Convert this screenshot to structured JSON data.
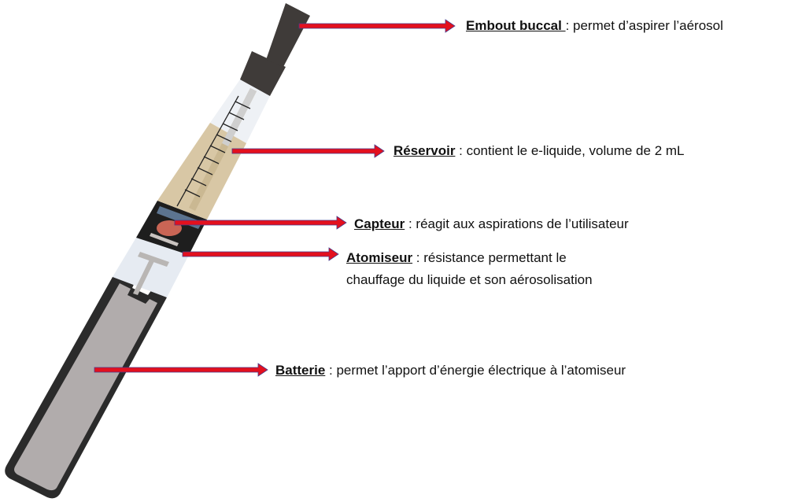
{
  "title": "Cigarette électronique",
  "colors": {
    "arrow": "#e3101e",
    "arrow_outline": "#4a3a8a",
    "body_dark": "#2a2a2a",
    "reservoir": "#d8c7a5",
    "battery": "#b0abab",
    "clear": "#eef1f5"
  },
  "labels": [
    {
      "term": "Embout buccal ",
      "text": ": permet d’aspirer l’aérosol"
    },
    {
      "term": "Réservoir",
      "text": " : contient le e-liquide, volume de 2 mL"
    },
    {
      "term": "Capteur",
      "text": " : réagit aux aspirations de l’utilisateur"
    },
    {
      "term": "Atomiseur",
      "text": " : résistance permettant le",
      "line2": "chauffage du liquide et son aérosolisation"
    },
    {
      "term": "Batterie",
      "text": " : permet l’apport d’énergie électrique à l’atomiseur"
    }
  ]
}
